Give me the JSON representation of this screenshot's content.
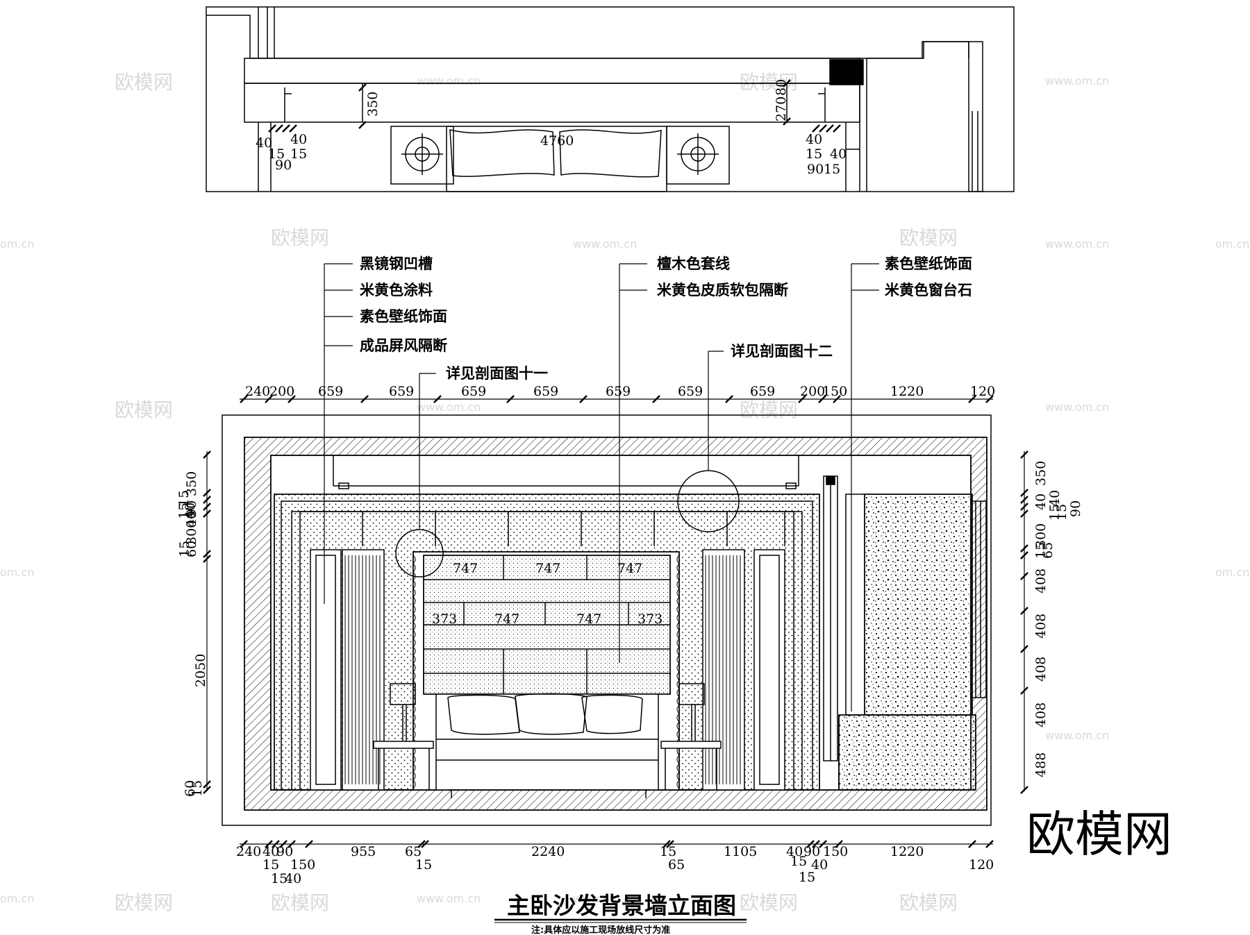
{
  "title": "主卧沙发背景墙立面图",
  "note": "注:具体应以施工现场放线尺寸为准",
  "logo": "欧模网",
  "watermarks": [
    "欧模网",
    "www.om.cn",
    "om.cn"
  ],
  "plan_dims": {
    "d350": "350",
    "d4760": "4760",
    "d270": "270",
    "d80": "80",
    "left": [
      "40",
      "40",
      "15",
      "15",
      "90"
    ],
    "right": [
      "40",
      "15",
      "40",
      "90",
      "15"
    ]
  },
  "callouts": {
    "left": [
      "黑镜钢凹槽",
      "米黄色涂料",
      "素色壁纸饰面",
      "成品屏风隔断"
    ],
    "center": [
      "檀木色套线",
      "米黄色皮质软包隔断"
    ],
    "right": [
      "素色壁纸饰面",
      "米黄色窗台石"
    ],
    "section11": "详见剖面图十一",
    "section12": "详见剖面图十二"
  },
  "top_dims": [
    "240",
    "200",
    "659",
    "659",
    "659",
    "659",
    "659",
    "659",
    "659",
    "200",
    "150",
    "1220",
    "120"
  ],
  "panel_dims": [
    "747",
    "747",
    "747",
    "373",
    "747",
    "747",
    "373"
  ],
  "left_dims": [
    "350",
    "40",
    "15",
    "15",
    "90",
    "40",
    "300",
    "60",
    "15",
    "2050",
    "60",
    "15"
  ],
  "right_dims": [
    "350",
    "40",
    "15",
    "15",
    "90",
    "40",
    "300",
    "15",
    "65",
    "408",
    "408",
    "408",
    "408",
    "488"
  ],
  "bottom_dims": {
    "row1": [
      "240",
      "40",
      "90",
      "955",
      "65",
      "2240",
      "15",
      "1105",
      "40",
      "90",
      "150",
      "1220"
    ],
    "row2": [
      "15",
      "150",
      "15",
      "65",
      "15",
      "40",
      "120"
    ],
    "row3": [
      "15",
      "40",
      "15"
    ]
  },
  "colors": {
    "line": "#000000",
    "watermark": "#d9d9d9",
    "background": "#ffffff"
  }
}
